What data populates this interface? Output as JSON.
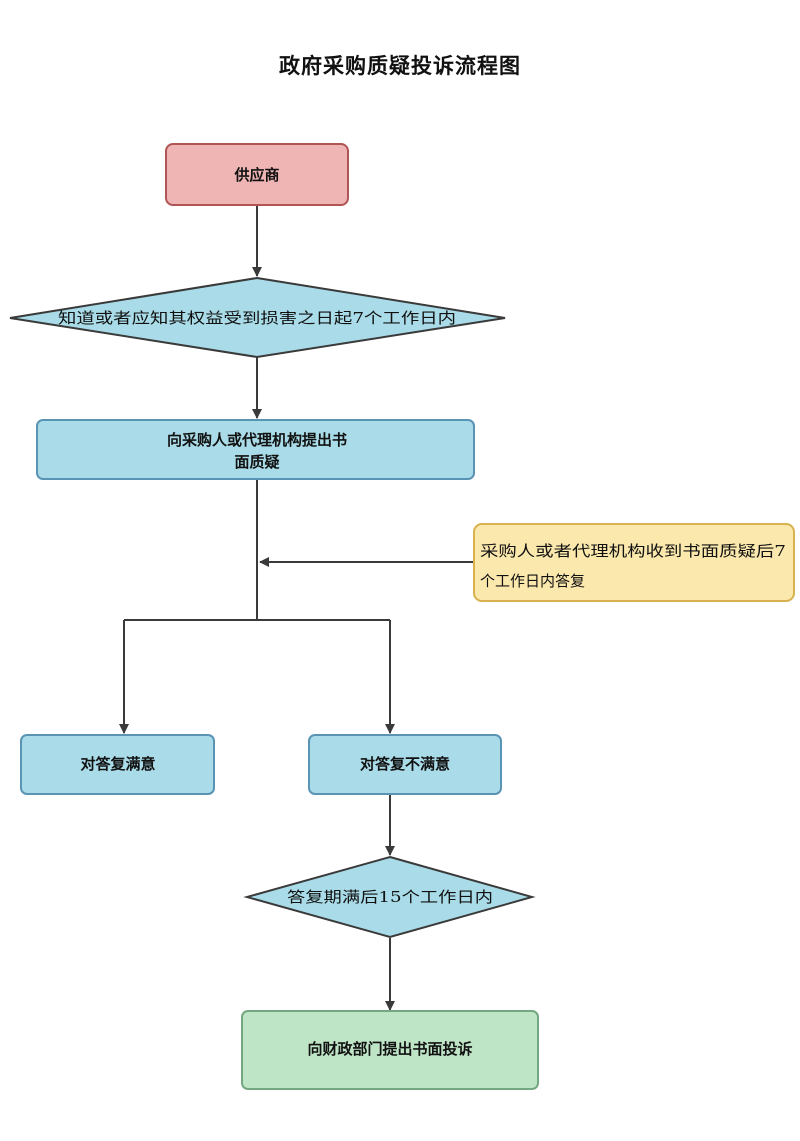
{
  "title": "政府采购质疑投诉流程图",
  "colors": {
    "supplier_fill": "#efb5b5",
    "supplier_stroke": "#b05555",
    "blue_fill": "#a9dce8",
    "blue_stroke": "#5a94b5",
    "diamond_fill": "#a9dce8",
    "diamond_stroke": "#3a3a3a",
    "yellow_fill": "#fbe8ad",
    "yellow_stroke": "#d8b24e",
    "green_fill": "#bfe5c7",
    "green_stroke": "#74a882",
    "arrow": "#3a3a3a"
  },
  "nodes": {
    "supplier": "供应商",
    "deadline": "知道或者应知其权益受到损害之日起7个工作日内",
    "challenge_line1": "向采购人或代理机构提出书",
    "challenge_line2": "面质疑",
    "reply_line1": "采购人或者代理机构收到书面质疑后7",
    "reply_line2": "个工作日内答复",
    "satisfied": "对答复满意",
    "unsatisfied": "对答复不满意",
    "complaint_deadline": "答复期满后15个工作日内",
    "complaint": "向财政部门提出书面投诉"
  }
}
